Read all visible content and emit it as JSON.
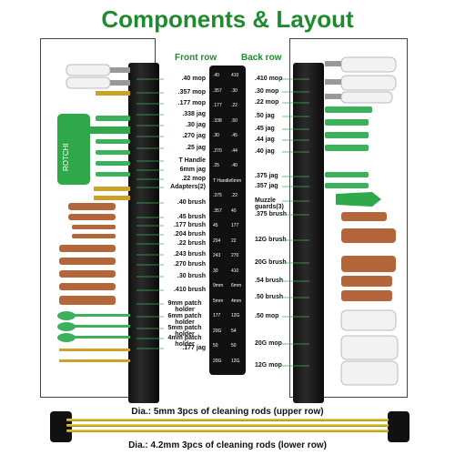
{
  "title": "Components & Layout",
  "front_row_header": "Front row",
  "back_row_header": "Back row",
  "front_labels": [
    ".40 mop",
    ".357 mop",
    ".177 mop",
    ".338 jag",
    ".30 jag",
    ".270 jag",
    ".25 jag",
    "T Handle",
    "6mm jag",
    ".22 mop",
    "Adapters(2)",
    ".40 brush",
    ".45 brush",
    ".177 brush",
    ".204 brush",
    ".22 brush",
    ".243 brush",
    ".270 brush",
    ".30 brush",
    ".410 brush",
    "9mm patch holder",
    "6mm patch holder",
    "5mm patch holder",
    "4mm patch holder",
    ".177 jag"
  ],
  "back_labels": [
    ".410 mop",
    ".30 mop",
    ".22 mop",
    ".50 jag",
    ".45 jag",
    ".44 jag",
    ".40 jag",
    ".375 jag",
    ".357 jag",
    "Muzzle guards(3)",
    ".375 brush",
    "12G brush",
    "20G brush",
    ".54 brush",
    ".50 brush",
    ".50 mop",
    "20G mop",
    "12G mop"
  ],
  "center_card_text": [
    ".40",
    "410",
    ".357",
    ".30",
    ".177",
    ".22",
    ".338",
    ".50",
    ".30",
    ".45",
    ".270",
    ".44",
    ".25",
    ".40",
    "T Handle",
    "6mm",
    ".375",
    ".22",
    ".357",
    "40",
    "45",
    "177",
    "204",
    "22",
    "243",
    "270",
    "30",
    "410",
    "9mm",
    "6mm",
    "5mm",
    "4mm",
    "177",
    "12G",
    "20G",
    "54",
    "50",
    "50",
    "20G",
    "12G"
  ],
  "tool_brand": "ROTCHI",
  "caption_upper": "Dia.: 5mm 3pcs of cleaning rods (upper row)",
  "caption_lower": "Dia.: 4.2mm 3pcs of cleaning rods (lower row)",
  "colors": {
    "accent": "#1f8a2e",
    "brass": "#c9a227",
    "bronze": "#b5653a",
    "dark": "#111111"
  }
}
